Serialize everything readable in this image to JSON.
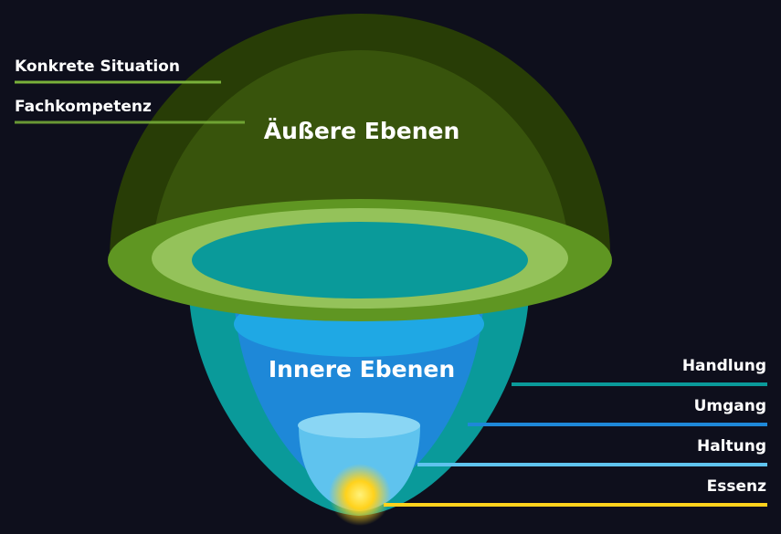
{
  "outer": {
    "title": "Äußere Ebenen",
    "levels": [
      "Konkrete Situation",
      "Fachkompetenz"
    ]
  },
  "inner": {
    "title": "Innere Ebenen",
    "levels": [
      "Handlung",
      "Umgang",
      "Haltung",
      "Essenz"
    ]
  },
  "colors": {
    "background": "#0e0f1c",
    "outer_dome": "#283d06",
    "outer_ring": "#5f9622",
    "light_ring": "#94c25a",
    "teal": "#0a9a9a",
    "blue": "#1e88d8",
    "light_blue": "#5fc3ee",
    "essence": "#ffd21c"
  }
}
